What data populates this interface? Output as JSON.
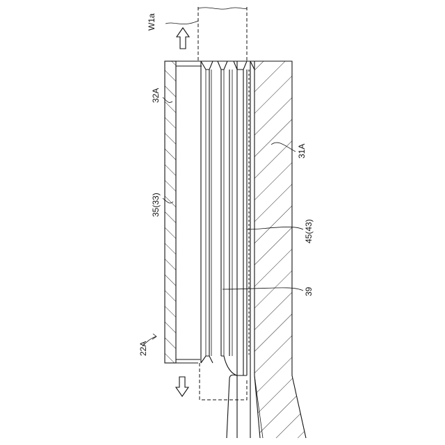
{
  "labels": {
    "w1a": "W1a",
    "l32a": "32A",
    "l31a": "31A",
    "l35_33": "35(33)",
    "l45_43": "45(43)",
    "l39": "39",
    "l22a": "22A"
  },
  "icons": {
    "upper_arrow": "hollow-up-arrow",
    "lower_arrow": "hollow-down-arrow"
  },
  "colors": {
    "line": "#111111",
    "background": "#ffffff"
  }
}
